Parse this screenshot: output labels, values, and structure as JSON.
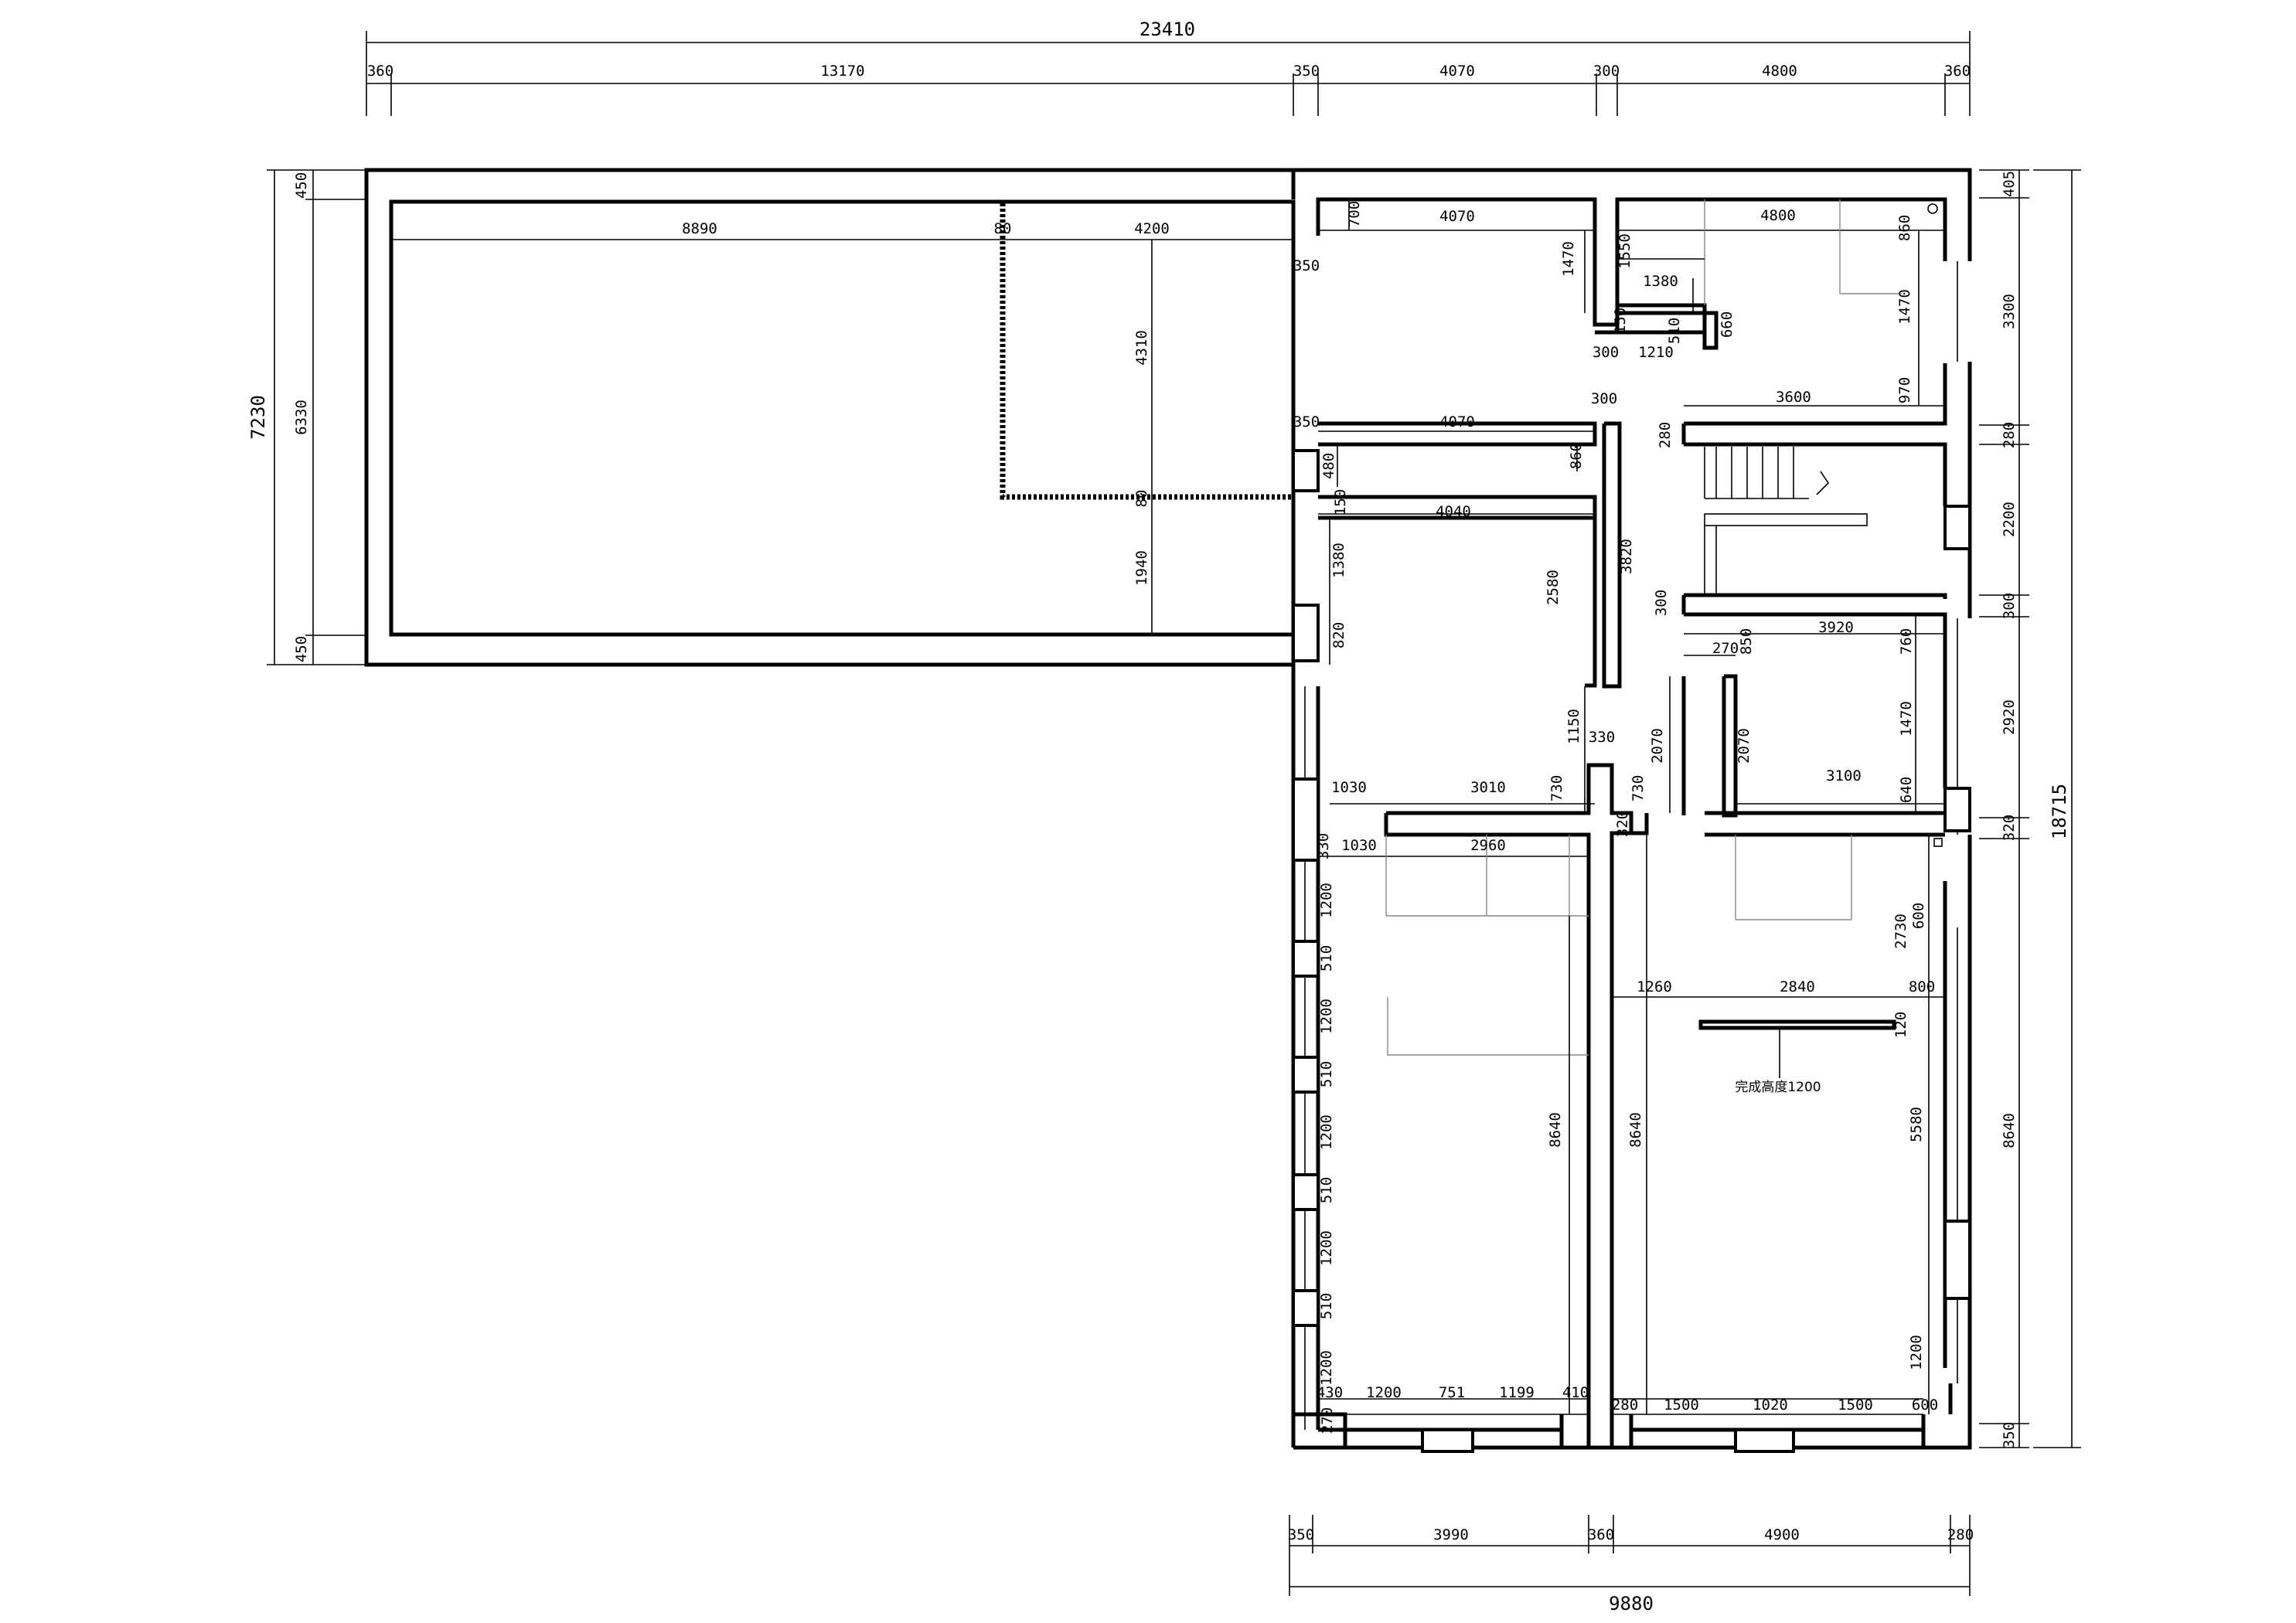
{
  "dims": {
    "top_total": "23410",
    "top": [
      "360",
      "13170",
      "350",
      "4070",
      "300",
      "4800",
      "360"
    ],
    "left_total": "7230",
    "left": [
      "450",
      "6330",
      "450"
    ],
    "right_total": "18715",
    "right": [
      "405",
      "3300",
      "280",
      "2200",
      "300",
      "2920",
      "320",
      "8640",
      "350"
    ],
    "bottom_total": "9880",
    "bottom": [
      "350",
      "3990",
      "360",
      "4900",
      "280"
    ],
    "inner": {
      "i8890": "8890",
      "i80a": "80",
      "i4200": "4200",
      "i4310": "4310",
      "i80b": "80",
      "i1940": "1940",
      "r700": "700",
      "r4070a": "4070",
      "r350a": "350",
      "r1470a": "1470",
      "r4800": "4800",
      "r1550": "1550",
      "r1380a": "1380",
      "r150": "150",
      "r510a": "510",
      "r660": "660",
      "r860a": "860",
      "r1470b": "1470",
      "r300a": "300",
      "r1210": "1210",
      "r970": "970",
      "r300b": "300",
      "r3600": "3600",
      "r350b": "350",
      "r4070b": "4070",
      "r480": "480",
      "r860b": "860",
      "r280": "280",
      "r150b": "150",
      "r4040": "4040",
      "r1380b": "1380",
      "r2580": "2580",
      "r3820": "3820",
      "r300c": "300",
      "r820": "820",
      "r850": "850",
      "r270": "270",
      "r3920": "3920",
      "r760": "760",
      "r1150": "1150",
      "r330": "330",
      "r2070a": "2070",
      "r2070b": "2070",
      "r1470c": "1470",
      "r3100": "3100",
      "r640": "640",
      "r1030a": "1030",
      "r3010": "3010",
      "r730a": "730",
      "r730b": "730",
      "r330b": "330",
      "r1030b": "1030",
      "r2960": "2960",
      "r320": "320",
      "r600": "600",
      "r2730": "2730",
      "w1200a": "1200",
      "w510a": "510",
      "w1200b": "1200",
      "w510b": "510",
      "w1200c": "1200",
      "w510c": "510",
      "w1200d": "1200",
      "w510d": "510",
      "w1200e": "1200",
      "r8640a": "8640",
      "r8640b": "8640",
      "r1260": "1260",
      "r2840": "2840",
      "r800": "800",
      "r120": "120",
      "r5580": "5580",
      "r1200f": "1200",
      "b430": "430",
      "b1200": "1200",
      "b751": "751",
      "b1199": "1199",
      "b410": "410",
      "b270": "270",
      "b280": "280",
      "b1500a": "1500",
      "b1020": "1020",
      "b1500b": "1500",
      "b600": "600"
    },
    "note": "完成高度1200"
  }
}
